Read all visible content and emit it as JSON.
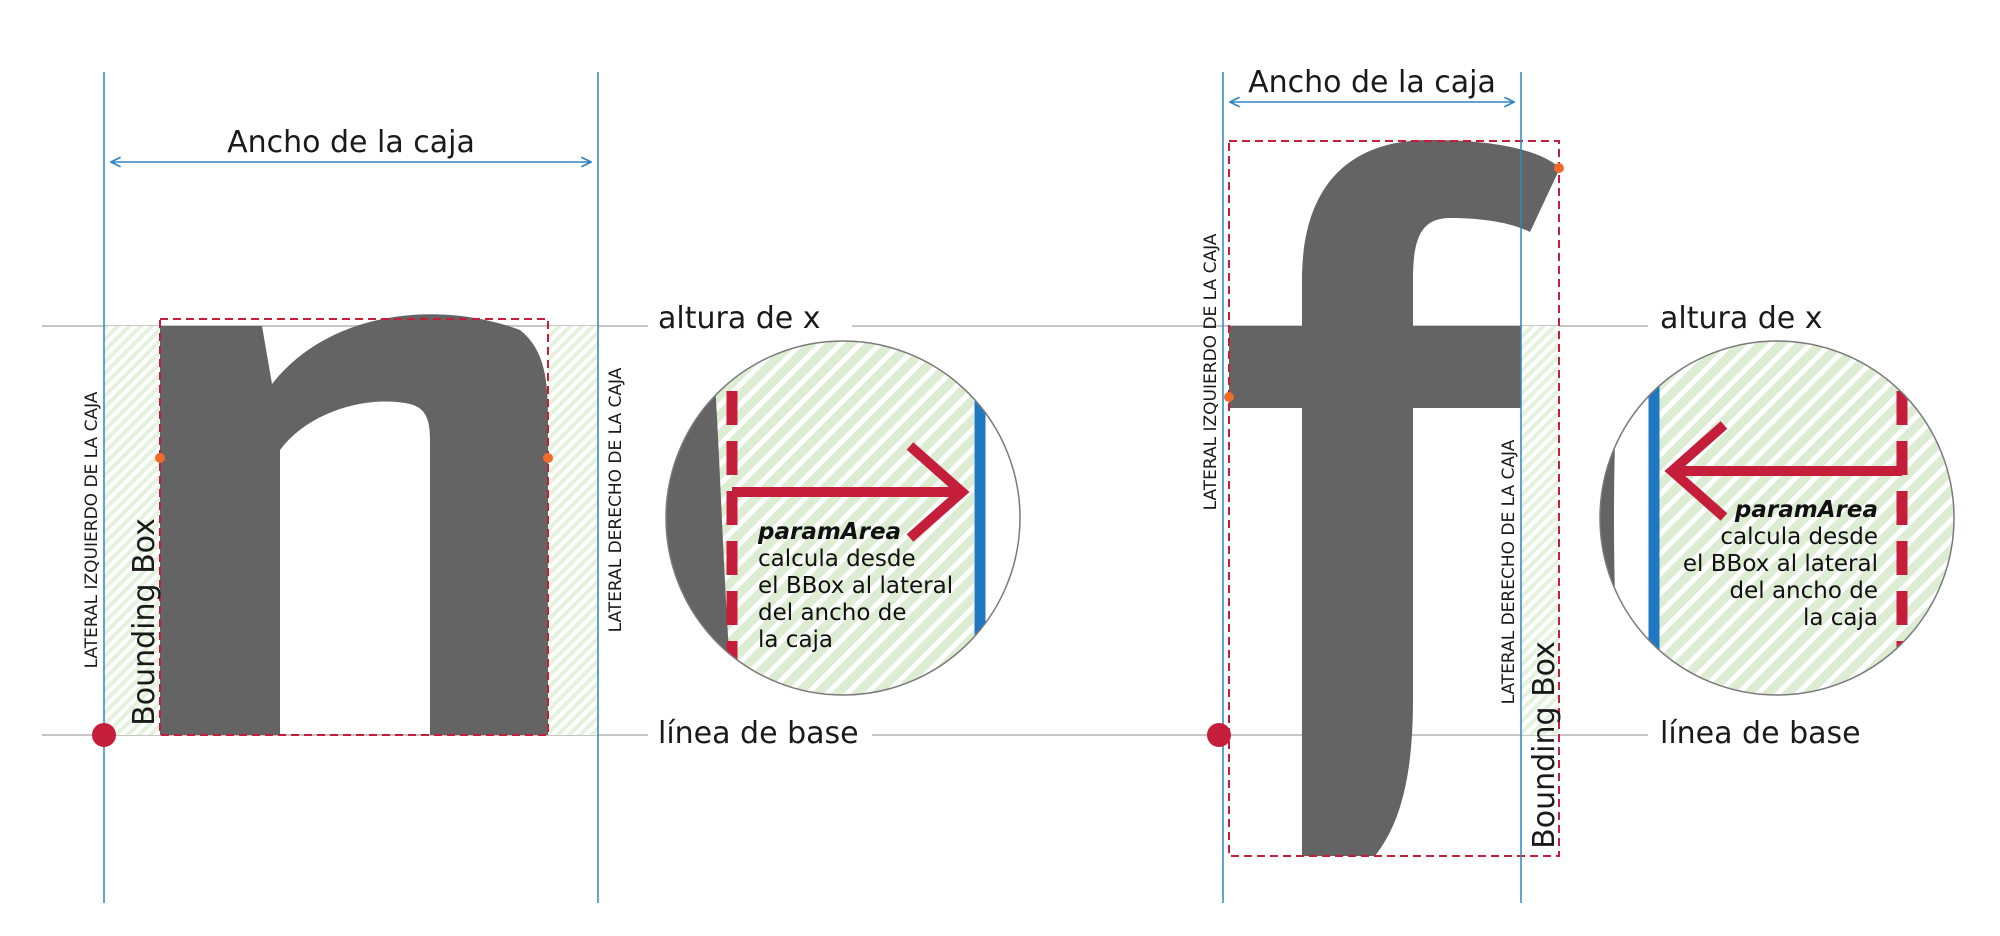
{
  "labels": {
    "box_width": "Ancho de la caja",
    "x_height": "altura de x",
    "baseline": "línea de base",
    "left_side": "LATERAL IZQUIERDO DE LA CAJA",
    "right_side": "LATERAL DERECHO DE LA CAJA",
    "bounding_box": "Bounding Box"
  },
  "glyphs": {
    "left": "n",
    "right": "f"
  },
  "zoom_left": {
    "term": "paramArea",
    "lines": [
      "calcula desde",
      "el BBox al lateral",
      "del ancho de",
      "la caja"
    ]
  },
  "zoom_right": {
    "term": "paramArea",
    "lines": [
      "calcula desde",
      "el BBox al lateral",
      "del ancho de",
      "la caja"
    ]
  },
  "colors": {
    "guide_blue": "#2e86c1",
    "bbox_red": "#c41e3a",
    "glyph_gray": "#646464",
    "hatch_green": "#dcedd3",
    "marker_orange": "#f06a2a",
    "rule_gray": "#b4b4b4"
  }
}
